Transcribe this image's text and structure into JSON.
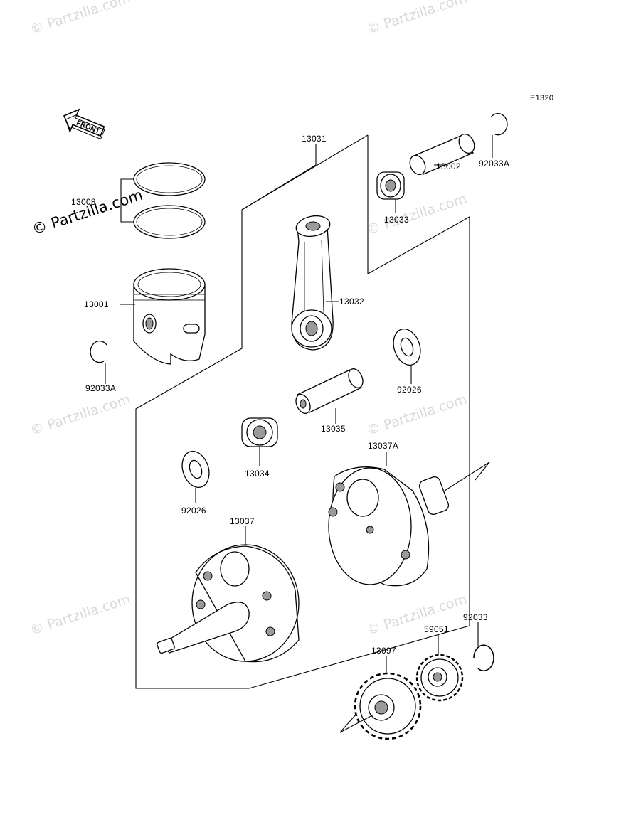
{
  "diagram": {
    "code": "E1320",
    "front_label": "FRONT",
    "watermark": "© Partzilla.com",
    "parts": {
      "p13031": "13031",
      "p13008": "13008",
      "p13001": "13001",
      "p92033A_left": "92033A",
      "p92033A_right": "92033A",
      "p13002": "13002",
      "p13033": "13033",
      "p13032": "13032",
      "p92026_right": "92026",
      "p13035": "13035",
      "p13034": "13034",
      "p92026_left": "92026",
      "p13037A": "13037A",
      "p13037": "13037",
      "p92033": "92033",
      "p59051": "59051",
      "p13097": "13097"
    }
  }
}
